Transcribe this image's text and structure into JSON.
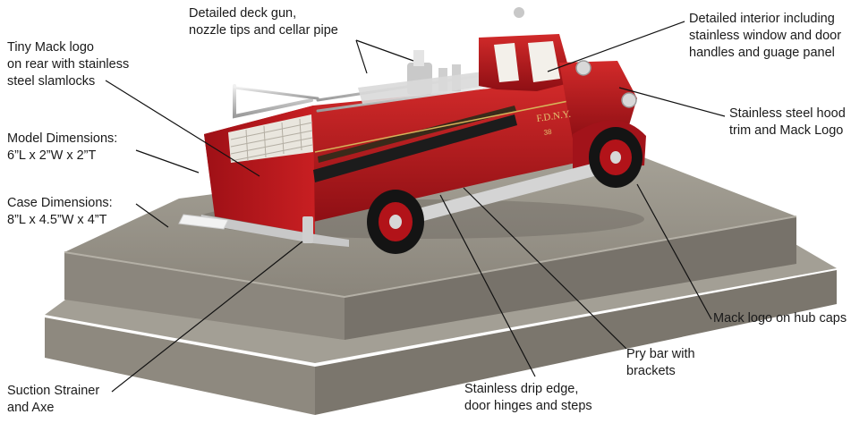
{
  "callouts": {
    "deck_gun": [
      "Detailed deck gun,",
      "nozzle tips and cellar pipe"
    ],
    "interior": [
      "Detailed interior including",
      "stainless window and door",
      "handles and guage panel"
    ],
    "mack_logo_rear": [
      "Tiny Mack logo",
      "on rear with stainless",
      "steel slamlocks"
    ],
    "model_dimensions": [
      "Model Dimensions:",
      "6”L x 2”W x 2”T"
    ],
    "hood_trim": [
      "Stainless steel hood",
      "trim and Mack Logo"
    ],
    "case_dimensions": [
      "Case Dimensions:",
      "8”L x 4.5”W x 4”T"
    ],
    "hub_caps": [
      "Mack logo on hub caps"
    ],
    "pry_bar": [
      "Pry bar with",
      "brackets"
    ],
    "suction_strainer": [
      "Suction Strainer",
      "and Axe"
    ],
    "drip_edge": [
      "Stainless drip edge,",
      "door hinges and steps"
    ]
  },
  "truck": {
    "side_lettering": "F.D.N.Y.",
    "unit_number": "38"
  },
  "colors": {
    "engine_red": "#b8141a",
    "case_felt": "#8f8a80",
    "chrome": "#d8d8d8"
  }
}
